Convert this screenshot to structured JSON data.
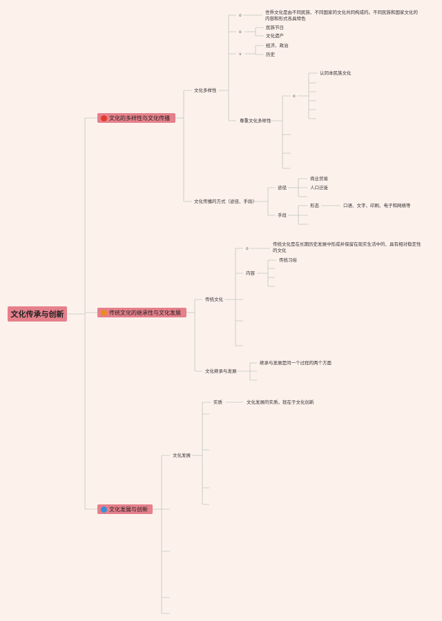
{
  "root": "文化传承与创新",
  "colors": {
    "background": "#fdf1ec",
    "node_fill": "#e5808b",
    "line": "#b9c9bd",
    "dot_red": "#e33b2e",
    "dot_orange": "#ee8a22",
    "dot_blue": "#3b8ed8"
  },
  "branches": [
    {
      "label": "文化的多样性与文化传播",
      "dot_icon": "red-circle-icon",
      "children": {
        "diversity": "文化多样性",
        "bullet_a": "o",
        "diversity_def": "世界文化是由不同民族、不同国家的文化共同构成的。不同民族和国家文化的内容和形式各具特色",
        "bullet_b": "o",
        "festival": "民族节日",
        "heritage": "文化遗产",
        "bullet_c": "v",
        "econ_politics": "经济、政治",
        "history": "历史",
        "respect": "尊重文化多样性",
        "bullet_d": "o",
        "identify": "认同本民族文化",
        "spread": "文化传播的方式（途径、手段）",
        "path": "途径",
        "trade": "商业贸易",
        "migration": "人口迁徙",
        "means": "手段",
        "form": "形态",
        "media": "口语、文字、印刷、电子和网络等"
      }
    },
    {
      "label": "传统文化的继承性与文化发展",
      "dot_icon": "orange-circle-icon",
      "children": {
        "traditional": "传统文化",
        "bullet_a": "o",
        "trad_def": "传统文化是在长期历史发展中形成并保留在现实生活中的、具有相对稳定性的文化",
        "content": "内容",
        "customs": "传统习俗",
        "inherit_dev": "文化继承与发展",
        "inherit_def": "继承与发展是同一个过程的两个方面"
      }
    },
    {
      "label": "文化发展与创新",
      "dot_icon": "blue-circle-icon",
      "children": {
        "culture_dev": "文化发展",
        "essence": "实质",
        "essence_def": "文化发展的实质，就在于文化创新"
      }
    }
  ]
}
